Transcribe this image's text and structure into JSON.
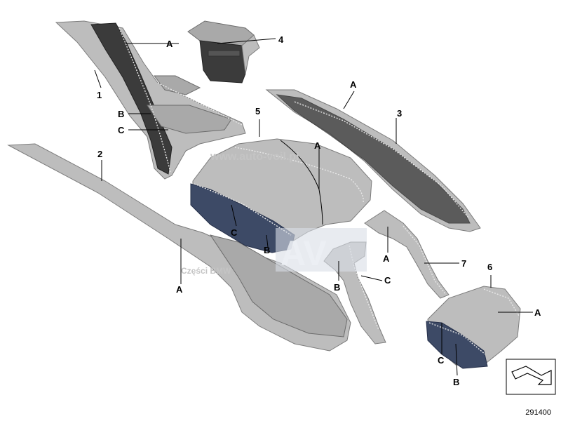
{
  "diagram": {
    "parts": [
      {
        "id": "part-1",
        "label": "1"
      },
      {
        "id": "part-2",
        "label": "2"
      },
      {
        "id": "part-3",
        "label": "3"
      },
      {
        "id": "part-4",
        "label": "4"
      },
      {
        "id": "part-5",
        "label": "5"
      },
      {
        "id": "part-6",
        "label": "6"
      },
      {
        "id": "part-7",
        "label": "7"
      }
    ],
    "letters": {
      "a": "A",
      "b": "B",
      "c": "C"
    },
    "diagram_number": "291400"
  },
  "watermark": {
    "site": "www.auto-voil.pl",
    "brand_text": "Części BMW",
    "logo_letters": "AV"
  }
}
